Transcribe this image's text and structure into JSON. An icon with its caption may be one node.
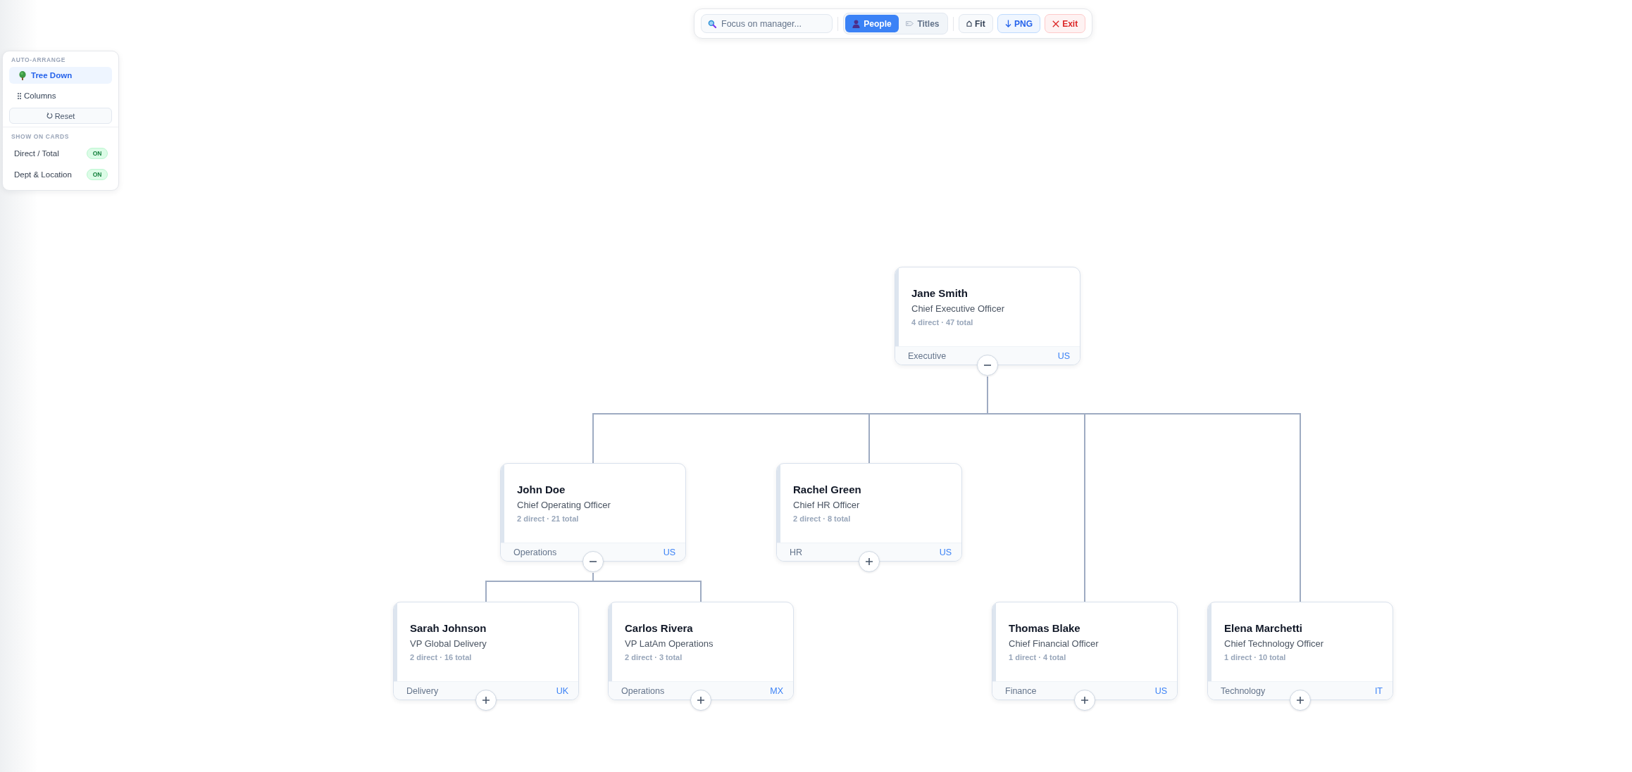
{
  "diagram": {
    "nodes": [
      {
        "text": [
          "Jane Smith",
          "Chief Executive Officer",
          "4 direct · 47 total",
          "Executive",
          "US"
        ]
      },
      {
        "text": [
          "John Doe",
          "Chief Operating Officer",
          "2 direct · 21 total",
          "Operations",
          "US"
        ]
      },
      {
        "text": [
          "Rachel Green",
          "Chief HR Officer",
          "2 direct · 8 total",
          "HR",
          "US"
        ]
      },
      {
        "text": [
          "Sarah Johnson",
          "VP Global Delivery",
          "2 direct · 16 total",
          "Delivery",
          "UK"
        ]
      },
      {
        "text": [
          "Carlos Rivera",
          "VP LatAm Operations",
          "2 direct · 3 total",
          "Operations",
          "MX"
        ]
      },
      {
        "text": [
          "Thomas Blake",
          "Chief Financial Officer",
          "1 direct · 4 total",
          "Finance",
          "US"
        ]
      },
      {
        "text": [
          "Elena Marchetti",
          "Chief Technology Officer",
          "1 direct · 10 total",
          "Technology",
          "IT"
        ]
      }
    ],
    "edges": [
      {
        "from": 0,
        "to": 1,
        "arrow": "none"
      },
      {
        "from": 0,
        "to": 2,
        "arrow": "none"
      },
      {
        "from": 0,
        "to": 5,
        "arrow": "none"
      },
      {
        "from": 0,
        "to": 6,
        "arrow": "none"
      },
      {
        "from": 1,
        "to": 3,
        "arrow": "none"
      },
      {
        "from": 1,
        "to": 4,
        "arrow": "none"
      }
    ],
    "labels": [
      "Focus on manager...",
      "People",
      "Titles",
      "Fit",
      "PNG",
      "Exit",
      "AUTO-ARRANGE",
      "Tree Down",
      "Columns",
      "Reset",
      "SHOW ON CARDS",
      "Direct / Total",
      "ON",
      "Dept & Location",
      "ON"
    ]
  }
}
